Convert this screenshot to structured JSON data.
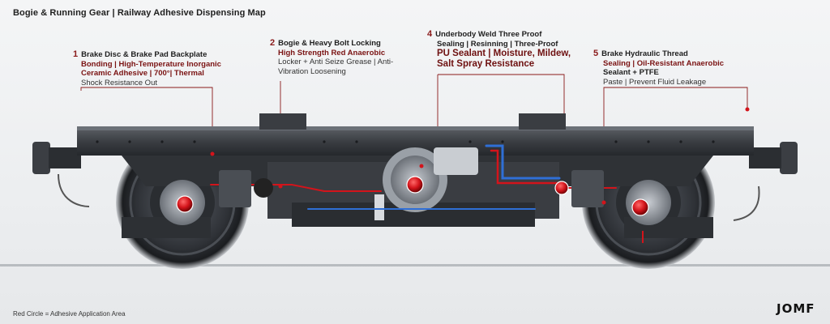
{
  "title": "Bogie & Running Gear | Railway Adhesive Dispensing Map",
  "callouts": [
    {
      "number": "1",
      "lines": [
        "Brake Disc & Brake Pad Backplate",
        "Bonding | High-Temperature Inorganic",
        "Ceramic Adhesive | 700°| Thermal",
        "Shock Resistance Out"
      ]
    },
    {
      "number": "2",
      "lines": [
        "Bogie & Heavy Bolt Locking",
        "High Strength Red Anaerobic",
        "Locker + Anti Seize Grease | Anti-",
        "Vibration Loosening"
      ]
    },
    {
      "number": "4",
      "lines": [
        "Underbody Weld Three Proof",
        "Sealing | Resinning | Three-Proof",
        "PU Sealant | Moisture, Mildew,",
        "Salt Spray Resistance"
      ]
    },
    {
      "number": "5",
      "lines": [
        "Brake Hydraulic Thread",
        "Sealing | Oil-Resistant Anaerobic",
        "Sealant + PTFE",
        "Paste | Prevent Fluid Leakage"
      ]
    }
  ],
  "legend": "Red Circle = Adhesive Application Area",
  "brand": "JOMF",
  "colors": {
    "frame": "#3a3d42",
    "frame_dark": "#23262a",
    "steel": "#8b9097",
    "wheel_rim": "#c9ccd0",
    "adhesive_red": "#d3141b",
    "pipe_blue": "#2f6fd6",
    "leader": "#8a1a1a"
  }
}
